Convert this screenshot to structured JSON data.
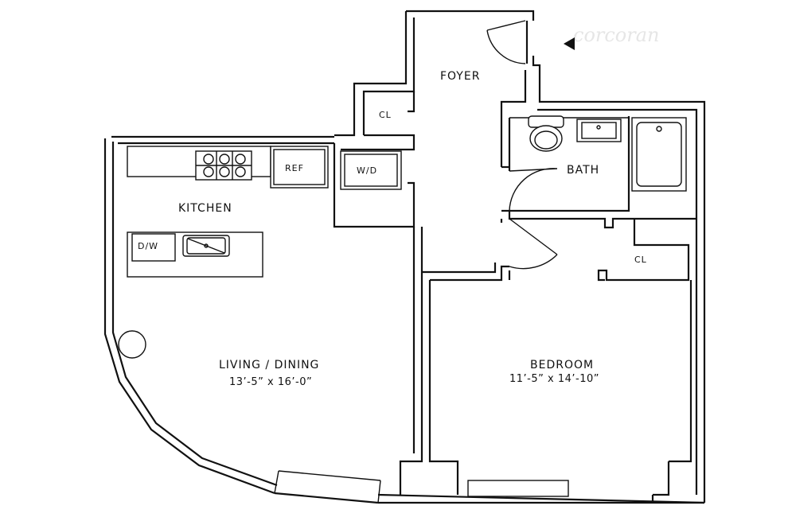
{
  "brand": {
    "name": "corcoran"
  },
  "rooms": {
    "foyer": "FOYER",
    "closet_foyer": "CL",
    "kitchen": "KITCHEN",
    "ref": "REF",
    "wd": "W/D",
    "dw": "D/W",
    "bath": "BATH",
    "closet_bedroom": "CL",
    "living_name": "LIVING / DINING",
    "living_dim": "13’-5” x 16’-0”",
    "bedroom_name": "BEDROOM",
    "bedroom_dim": "11’-5” x 14’-10”"
  },
  "icons": [
    "entry-arrow-icon",
    "toilet-icon",
    "sink-icon",
    "bathtub-icon",
    "stove-icon",
    "column-icon"
  ]
}
